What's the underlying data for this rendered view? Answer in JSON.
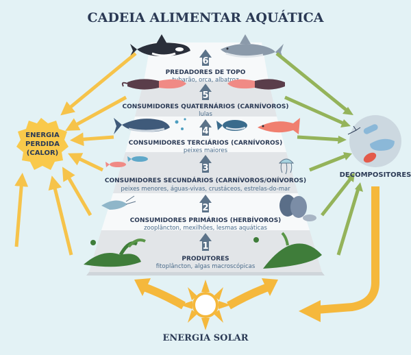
{
  "title": "CADEIA ALIMENTAR AQUÁTICA",
  "levels": [
    {
      "number": "6",
      "title": "PREDADORES DE TOPO",
      "subtitle": "tubarão, orca, albatroz"
    },
    {
      "number": "5",
      "title": "CONSUMIDORES QUATERNÁRIOS (CARNÍVOROS)",
      "subtitle": "lulas"
    },
    {
      "number": "4",
      "title": "CONSUMIDORES TERCIÁRIOS (CARNÍVOROS)",
      "subtitle": "peixes maiores"
    },
    {
      "number": "3",
      "title": "CONSUMIDORES SECUNDÁRIOS (CARNÍVOROS/ONÍVOROS)",
      "subtitle": "peixes menores, águas-vivas, crustáceos, estrelas-do-mar"
    },
    {
      "number": "2",
      "title": "CONSUMIDORES PRIMÁRIOS (HERBÍVOROS)",
      "subtitle": "zooplâncton, mexilhões, lesmas aquáticas"
    },
    {
      "number": "1",
      "title": "PRODUTORES",
      "subtitle": "fitoplâncton, algas macroscópicas"
    }
  ],
  "energy_lost": {
    "line1": "ENERGIA",
    "line2": "PERDIDA",
    "line3": "(CALOR)"
  },
  "decomposers": "DECOMPOSITORES",
  "solar": "ENERGIA SOLAR",
  "colors": {
    "background": "#e3f2f5",
    "pyramid_band_light": "#f7f9fa",
    "pyramid_band_dark": "#e2e5e8",
    "number_arrow": "#5c7389",
    "heat_arrow": "#f6c34a",
    "decomposer_arrow": "#94b35a",
    "solar_arrow": "#f5b83c",
    "energy_badge": "#f9c94b"
  }
}
